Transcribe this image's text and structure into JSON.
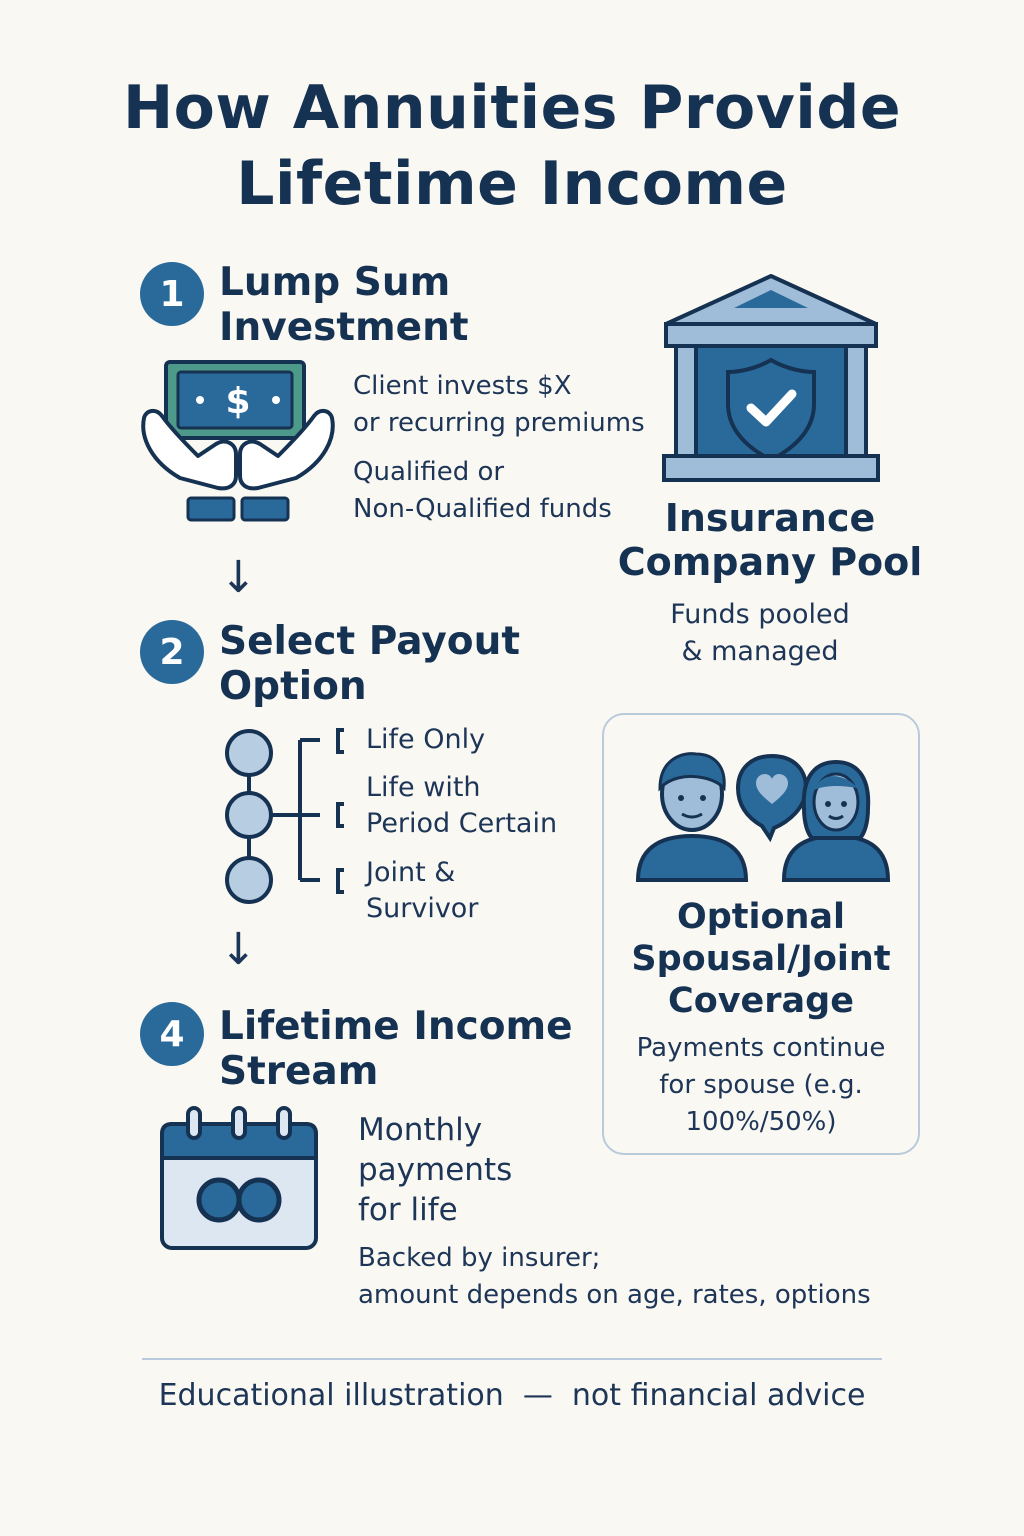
{
  "title": {
    "line1": "How Annuities Provide",
    "line2": "Lifetime Income"
  },
  "steps": [
    {
      "number": "1",
      "title_line1": "Lump Sum",
      "title_line2": "Investment",
      "text1_line1": "Client invests $X",
      "text1_line2": "or recurring premiums",
      "text2_line1": "Qualified or",
      "text2_line2": "Non-Qualified funds",
      "icon": "hands-holding-money-icon"
    },
    {
      "number": "2",
      "title_line1": "Select Payout",
      "title_line2": "Option",
      "options": [
        {
          "line1": "Life Only",
          "line2": ""
        },
        {
          "line1": "Life with",
          "line2": "Period Certain"
        },
        {
          "line1": "Joint &",
          "line2": "Survivor"
        }
      ],
      "icon": "option-tree-icon"
    },
    {
      "number": "4",
      "title_line1": "Lifetime Income",
      "title_line2": "Stream",
      "text1_line1": "Monthly",
      "text1_line2": "payments",
      "text1_line3": "for life",
      "text2_line1": "Backed by insurer;",
      "text2_line2": "amount depends on age, rates, options",
      "icon": "calendar-infinity-icon"
    }
  ],
  "insurer": {
    "title_line1": "Insurance",
    "title_line2": "Company Pool",
    "text_line1": "Funds pooled",
    "text_line2": "& managed",
    "icon": "bank-shield-icon"
  },
  "joint": {
    "title_line1": "Optional",
    "title_line2": "Spousal/Joint",
    "title_line3": "Coverage",
    "text_line1": "Payments continue",
    "text_line2": "for spouse (e.g.",
    "text_line3": "100%/50%)",
    "icon": "couple-heart-icon"
  },
  "arrow_glyph": "↓",
  "footer": "Educational illustration  —  not financial advice",
  "colors": {
    "navy": "#163252",
    "accent_blue": "#2a6a9b",
    "light_blue": "#9fbcd8",
    "pale_blue": "#c5d7e8",
    "money_green": "#4e9a8a",
    "background": "#faf8f3"
  }
}
